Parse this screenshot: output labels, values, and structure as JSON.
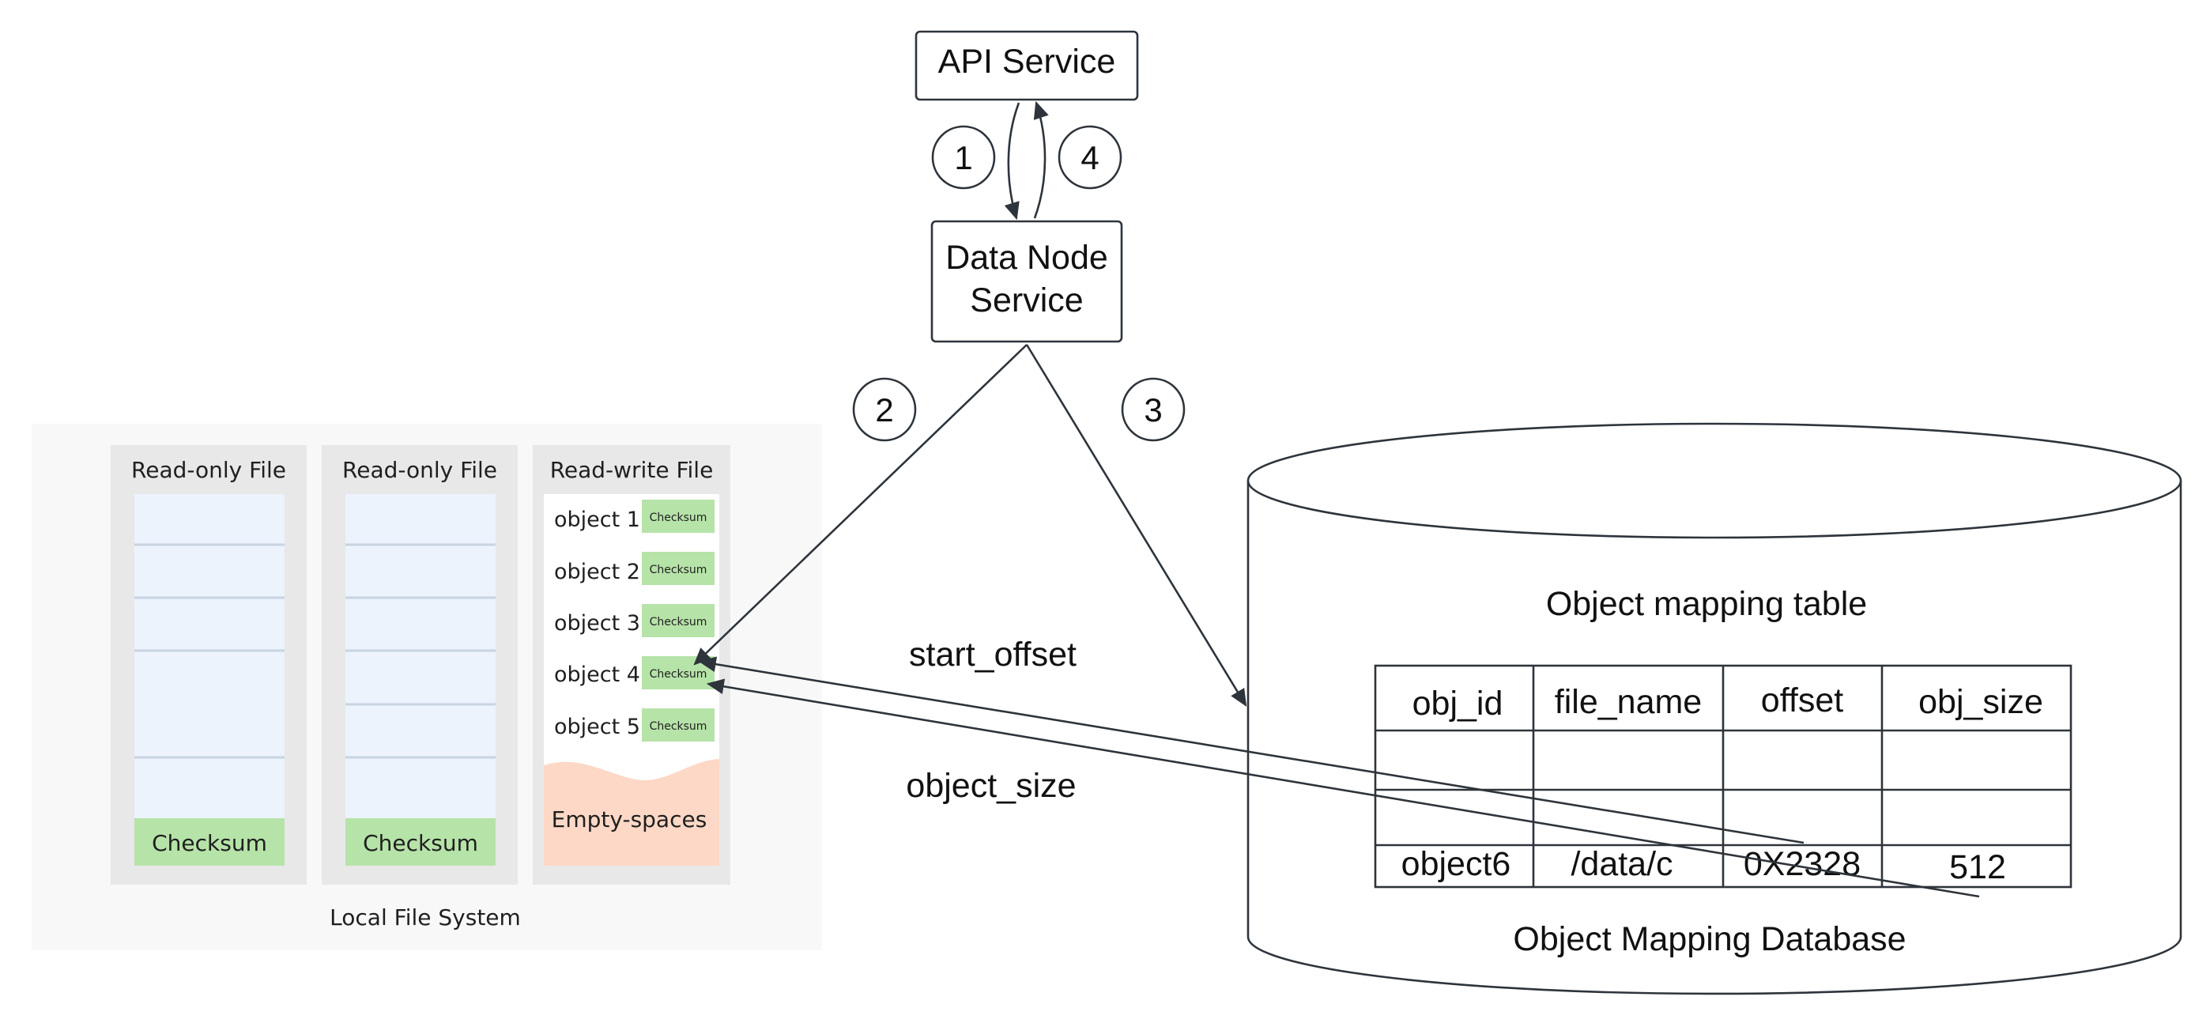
{
  "nodes": {
    "api_service": "API Service",
    "data_node_line1": "Data Node",
    "data_node_line2": "Service",
    "database": "Object Mapping Database",
    "table_title": "Object mapping table",
    "local_fs": "Local File System"
  },
  "steps": [
    "1",
    "4",
    "2",
    "3"
  ],
  "edge_labels": {
    "start_offset": "start_offset",
    "object_size": "object_size"
  },
  "files": {
    "read_only_1": {
      "title": "Read-only File",
      "checksum": "Checksum"
    },
    "read_only_2": {
      "title": "Read-only File",
      "checksum": "Checksum"
    },
    "read_write": {
      "title": "Read-write File",
      "objects": [
        {
          "label": "object 1",
          "checksum": "Checksum"
        },
        {
          "label": "object 2",
          "checksum": "Checksum"
        },
        {
          "label": "object 3",
          "checksum": "Checksum"
        },
        {
          "label": "object 4",
          "checksum": "Checksum"
        },
        {
          "label": "object 5",
          "checksum": "Checksum"
        }
      ],
      "empty": "Empty-spaces"
    }
  },
  "mapping_table": {
    "headers": [
      "obj_id",
      "file_name",
      "offset",
      "obj_size"
    ],
    "rows": [
      [
        "",
        "",
        "",
        ""
      ],
      [
        "",
        "",
        "",
        ""
      ],
      [
        "object6",
        "/data/c",
        "0X2328",
        "512"
      ]
    ]
  },
  "colors": {
    "stroke": "#2e343b",
    "panel_bg": "#f8f8f8",
    "file_bg": "#e8e8e8",
    "slot_fill": "#ecf3fd",
    "checksum_fill": "#b6e3a8",
    "empty_fill": "#fdd8c6"
  }
}
